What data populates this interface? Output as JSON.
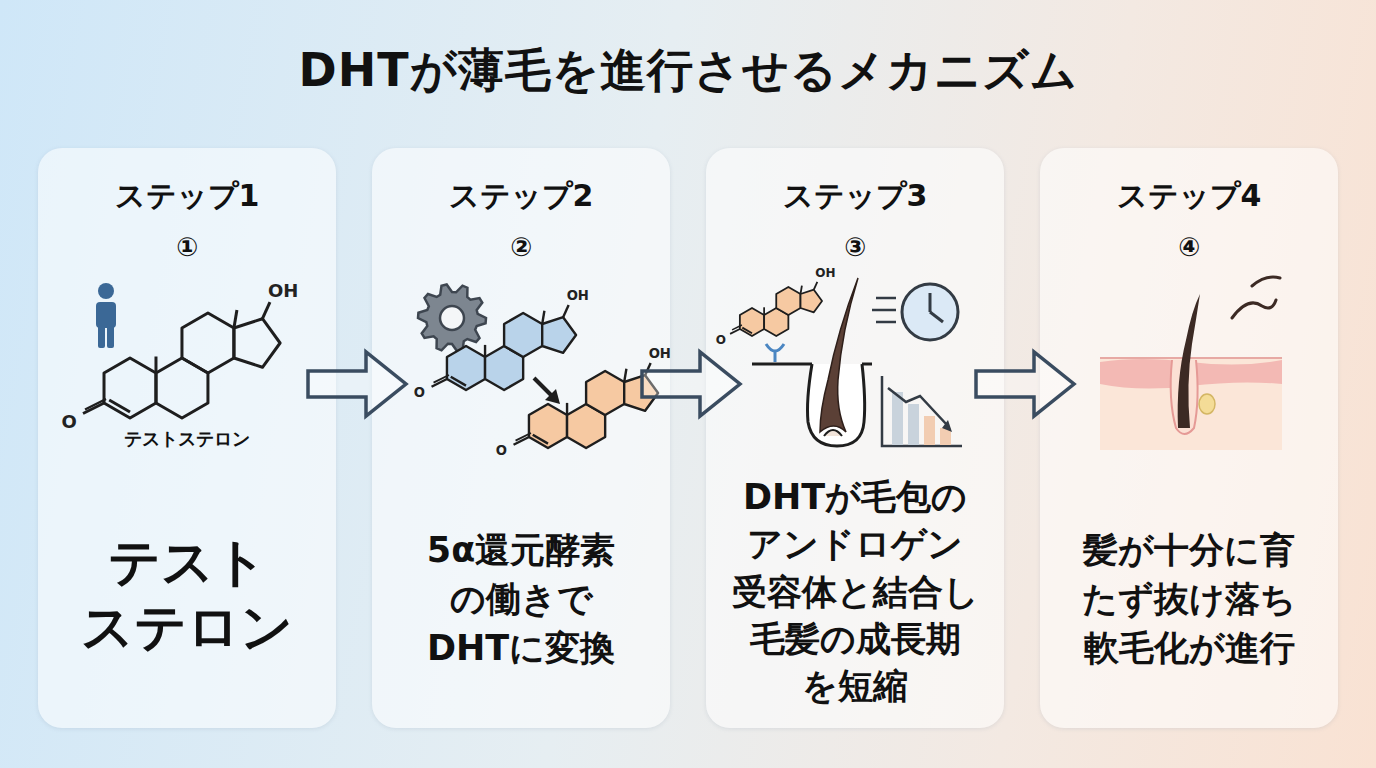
{
  "diagram": {
    "title": "DHTが薄毛を進行させるメカニズム",
    "nodes": [
      {
        "text": [
          "ステップ1",
          "①",
          "テストステロン",
          "テスト ステロン"
        ]
      },
      {
        "text": [
          "ステップ2",
          "②",
          "5α還元酵素 の働きで DHTに変換"
        ]
      },
      {
        "text": [
          "ステップ3",
          "③",
          "DHTが毛包の アンドロゲン 受容体と結合し 毛髪の成長期 を短縮"
        ]
      },
      {
        "text": [
          "ステップ4",
          "④",
          "髪が十分に育 たず抜け落ち 軟毛化が進行"
        ]
      }
    ],
    "edges": [
      {
        "from": 0,
        "to": 1,
        "arrow": "to"
      },
      {
        "from": 1,
        "to": 2,
        "arrow": "to"
      },
      {
        "from": 2,
        "to": 3,
        "arrow": "to"
      }
    ],
    "labels": [
      "OH",
      "O",
      "OH",
      "O",
      "OH",
      "O",
      "OH",
      "O"
    ]
  }
}
